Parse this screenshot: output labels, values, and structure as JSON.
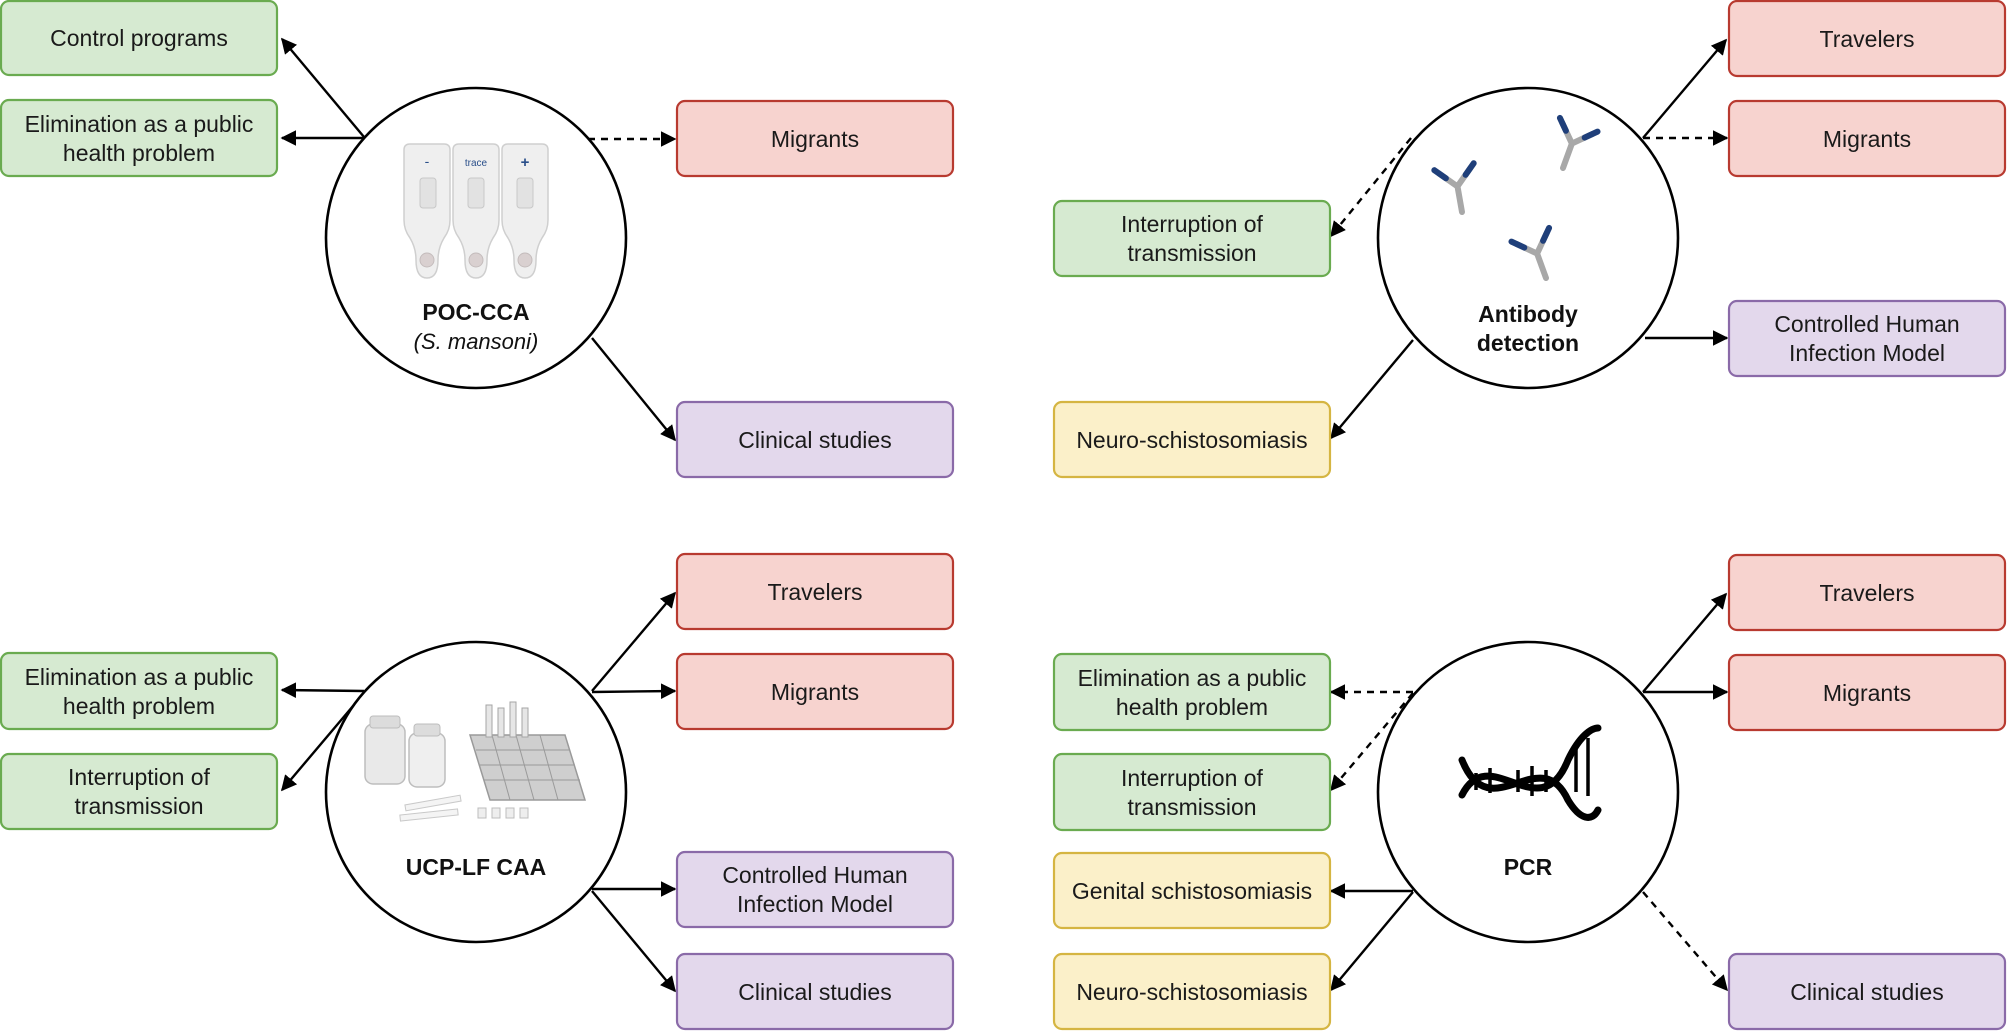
{
  "hubs": {
    "poc_cca": {
      "title": "POC-CCA",
      "subtitle": "(S. mansoni)",
      "icon": "rapid-test-cassette-icon"
    },
    "antibody": {
      "title_line1": "Antibody",
      "title_line2": "detection",
      "icon": "antibody-icon"
    },
    "ucp_lf_caa": {
      "title": "UCP-LF CAA",
      "icon": "lab-kit-icon"
    },
    "pcr": {
      "title": "PCR",
      "icon": "dna-helix-icon"
    }
  },
  "boxes": {
    "poc": {
      "control_programs": "Control programs",
      "elimination_l1": "Elimination as a public",
      "elimination_l2": "health problem",
      "migrants": "Migrants",
      "clinical": "Clinical studies"
    },
    "antibody": {
      "travelers": "Travelers",
      "migrants": "Migrants",
      "interruption_l1": "Interruption of",
      "interruption_l2": "transmission",
      "chim_l1": "Controlled Human",
      "chim_l2": "Infection Model",
      "neuro": "Neuro-schistosomiasis"
    },
    "ucp": {
      "travelers": "Travelers",
      "migrants": "Migrants",
      "elimination_l1": "Elimination as a public",
      "elimination_l2": "health problem",
      "interruption_l1": "Interruption of",
      "interruption_l2": "transmission",
      "chim_l1": "Controlled Human",
      "chim_l2": "Infection Model",
      "clinical": "Clinical studies"
    },
    "pcr": {
      "travelers": "Travelers",
      "migrants": "Migrants",
      "elimination_l1": "Elimination as a public",
      "elimination_l2": "health problem",
      "interruption_l1": "Interruption of",
      "interruption_l2": "transmission",
      "genital": "Genital schistosomiasis",
      "neuro": "Neuro-schistosomiasis",
      "clinical": "Clinical studies"
    }
  },
  "cassette_labels": {
    "minus": "-",
    "trace": "trace",
    "plus": "+"
  },
  "colors": {
    "green_fill": "#d6ead1",
    "green_border": "#6aab50",
    "red_fill": "#f7d3cf",
    "red_border": "#b83a30",
    "purple_fill": "#e3d8ec",
    "purple_border": "#8a6aa8",
    "yellow_fill": "#fbf0c9",
    "yellow_border": "#d5b542",
    "antibody_gray": "#a8a8a8",
    "antibody_blue": "#1f3f7a"
  }
}
